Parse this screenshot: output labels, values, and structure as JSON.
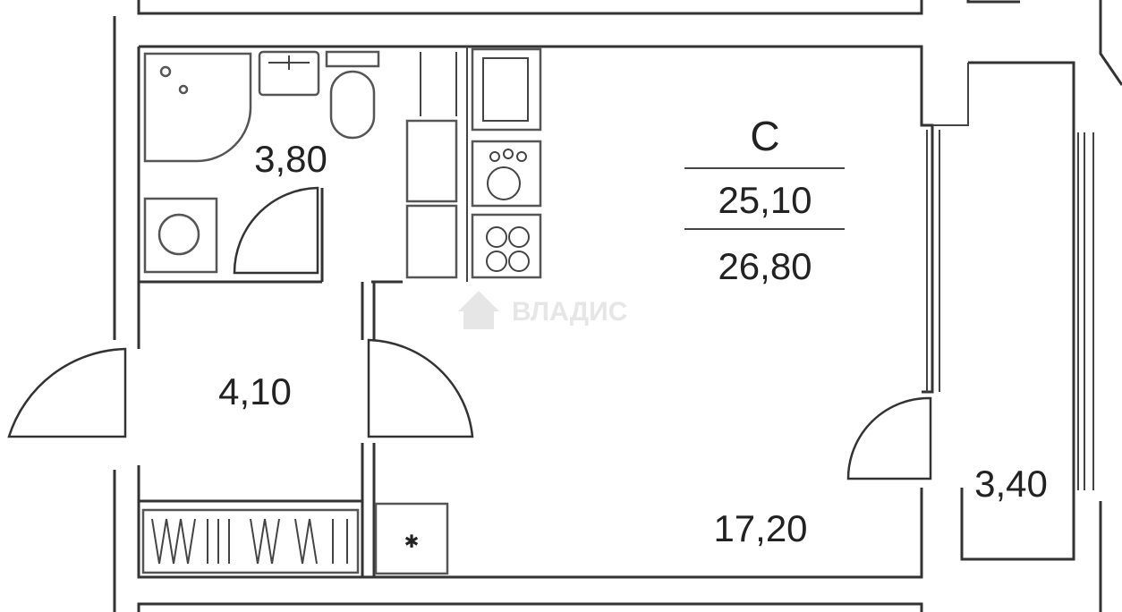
{
  "unit": {
    "type_label": "С",
    "living_area": "25,10",
    "total_area": "26,80"
  },
  "rooms": {
    "bathroom_area": "3,80",
    "hallway_area": "4,10",
    "main_room_area": "17,20",
    "balcony_area": "3,40"
  },
  "watermark": {
    "text": "ВЛАДИС"
  }
}
